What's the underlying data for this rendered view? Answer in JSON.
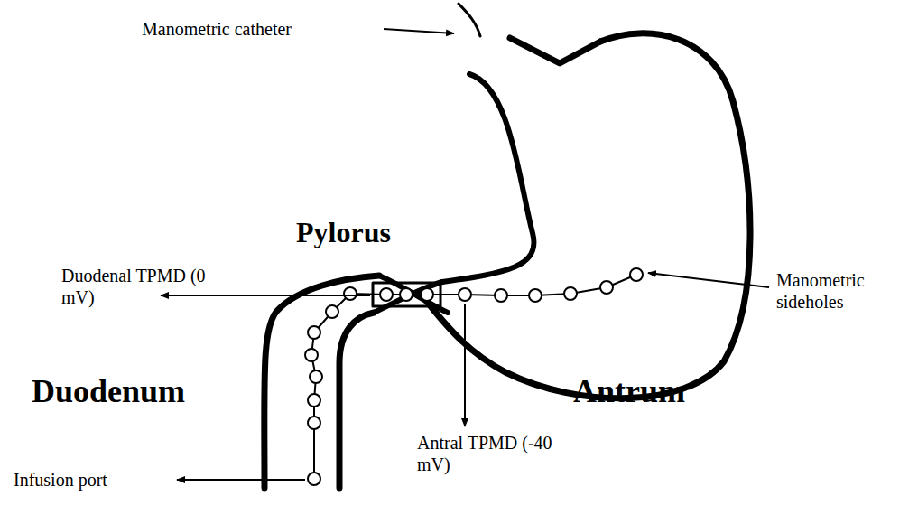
{
  "diagram": {
    "labels": [
      "Manometric catheter",
      "Pylorus",
      "Duodenal TPMD (0 mV)",
      "Manometric sideholes",
      "Duodenum",
      "Antrum",
      "Antral TPMD (-40 mV)",
      "Infusion port"
    ]
  }
}
